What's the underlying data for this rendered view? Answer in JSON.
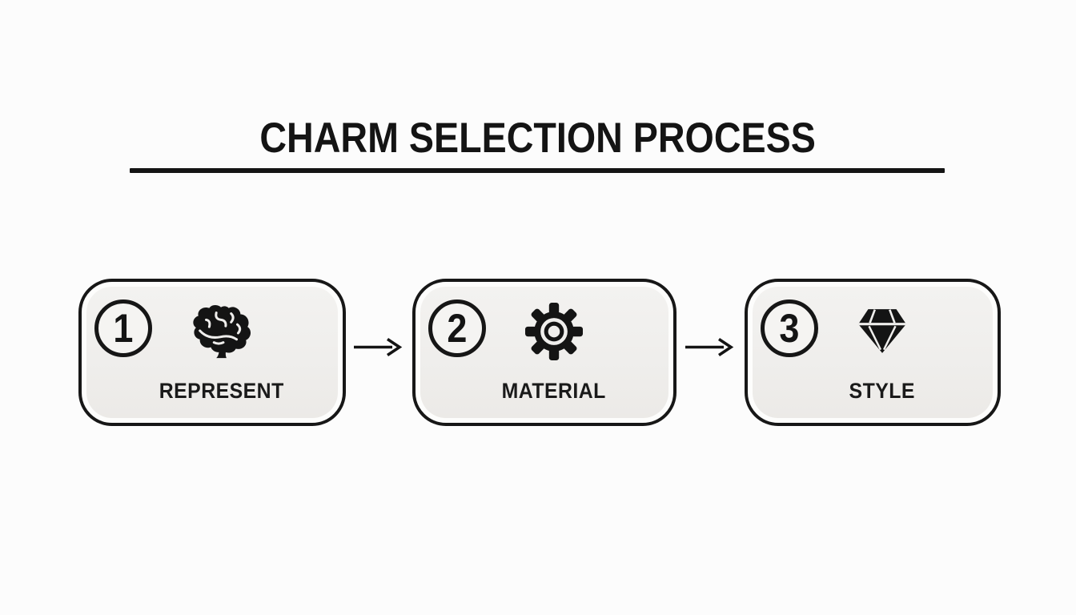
{
  "title": "CHARM SELECTION PROCESS",
  "steps": [
    {
      "number": "1",
      "label": "REPRESENT",
      "icon": "brain-icon"
    },
    {
      "number": "2",
      "label": "MATERIAL",
      "icon": "gear-icon"
    },
    {
      "number": "3",
      "label": "STYLE",
      "icon": "diamond-icon"
    }
  ],
  "connector_icon": "right-arrow-icon",
  "colors": {
    "ink": "#141414",
    "box_fill": "#efeeec",
    "page_background": "#fcfcfc"
  }
}
